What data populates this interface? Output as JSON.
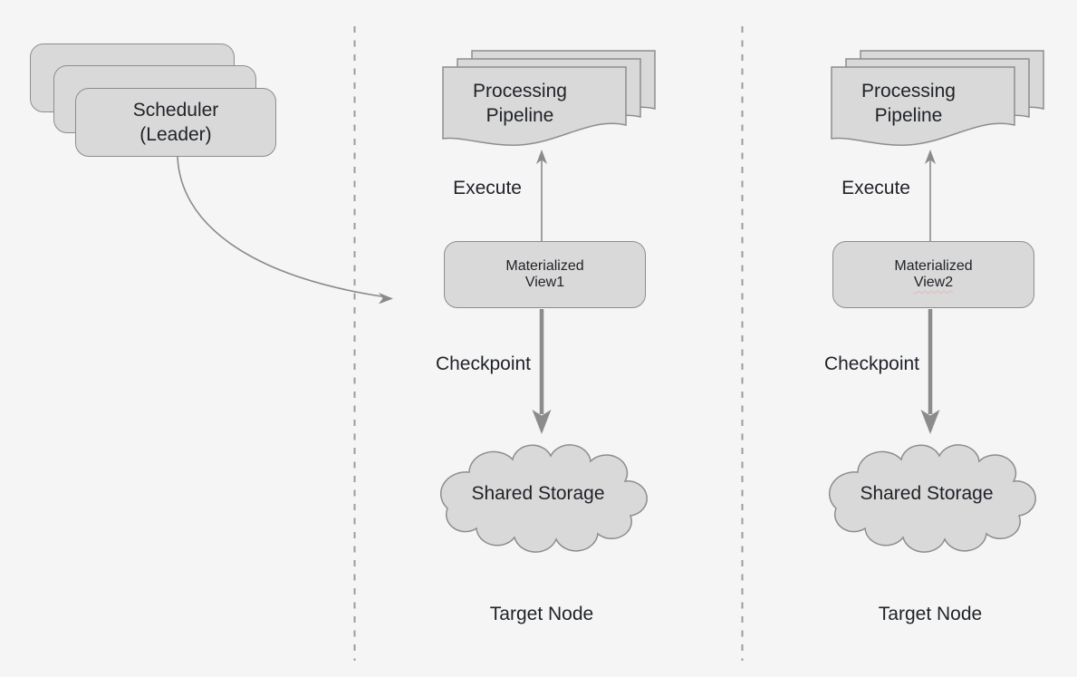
{
  "colors": {
    "background": "#f5f5f6",
    "shape_fill": "#d9d9d9",
    "shape_border": "#8d8d8d",
    "arrow": "#8a8a8a",
    "thick_arrow": "#8c8c8c",
    "divider": "#9c9c9c",
    "text": "#1f2227",
    "spellcheck_squiggle": "#e5b8b8"
  },
  "scheduler": {
    "line1": "Scheduler",
    "line2": "(Leader)"
  },
  "columns": [
    {
      "pipeline_line1": "Processing",
      "pipeline_line2": "Pipeline",
      "execute_label": "Execute",
      "view_line1": "Materialized",
      "view_line2": "View1",
      "checkpoint_label": "Checkpoint",
      "storage_label": "Shared Storage",
      "node_label": "Target Node"
    },
    {
      "pipeline_line1": "Processing",
      "pipeline_line2": "Pipeline",
      "execute_label": "Execute",
      "view_line1": "Materialized",
      "view_line2": "View2",
      "checkpoint_label": "Checkpoint",
      "storage_label": "Shared Storage",
      "node_label": "Target Node"
    }
  ]
}
